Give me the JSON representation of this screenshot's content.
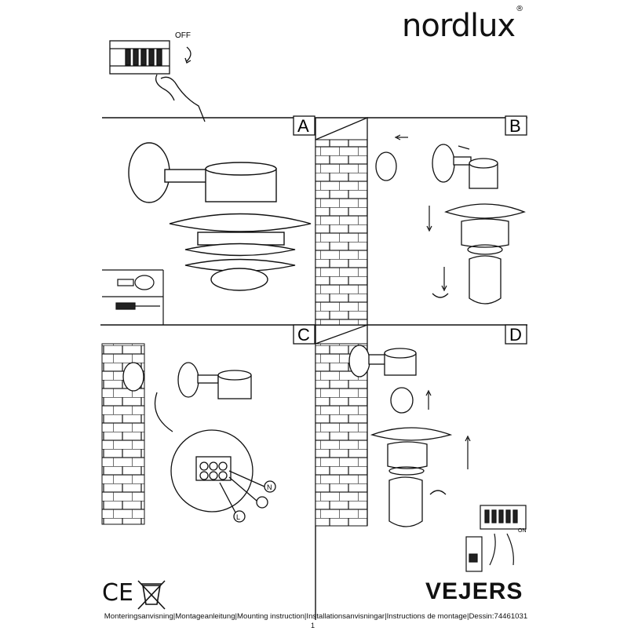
{
  "brand": {
    "name": "nordlux",
    "registered": "®"
  },
  "switch_off_label": "OFF",
  "switch_on_label": "ON",
  "panels": [
    {
      "letter": "A"
    },
    {
      "letter": "B"
    },
    {
      "letter": "C"
    },
    {
      "letter": "D"
    }
  ],
  "wiring_labels": {
    "neutral": "N",
    "live": "L"
  },
  "product_name": "VEJERS",
  "certifications": {
    "ce": "CE"
  },
  "footer": {
    "instructions": "Monteringsanvisning|Montageanleitung|Mounting instruction|Installationsanvisningar|Instructions de montage|Dessin:74461031",
    "page_number": "1"
  }
}
